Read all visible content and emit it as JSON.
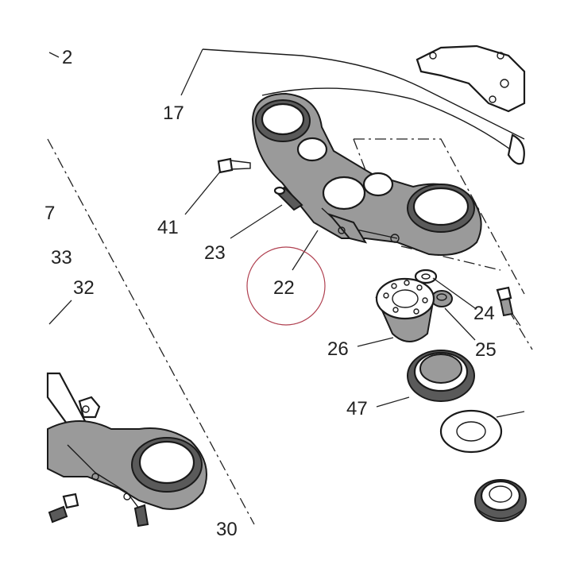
{
  "diagram": {
    "callouts": [
      {
        "id": "c2",
        "label": "2"
      },
      {
        "id": "c17",
        "label": "17"
      },
      {
        "id": "c41",
        "label": "41"
      },
      {
        "id": "c23",
        "label": "23"
      },
      {
        "id": "c22",
        "label": "22"
      },
      {
        "id": "c7",
        "label": "7"
      },
      {
        "id": "c33",
        "label": "33"
      },
      {
        "id": "c32",
        "label": "32"
      },
      {
        "id": "c24",
        "label": "24"
      },
      {
        "id": "c26",
        "label": "26"
      },
      {
        "id": "c25",
        "label": "25"
      },
      {
        "id": "c47",
        "label": "47"
      },
      {
        "id": "c30",
        "label": "30"
      }
    ],
    "highlighted_callout": "22",
    "colors": {
      "line": "#1a1a1a",
      "highlight": "#b04050",
      "background": "#ffffff"
    }
  }
}
